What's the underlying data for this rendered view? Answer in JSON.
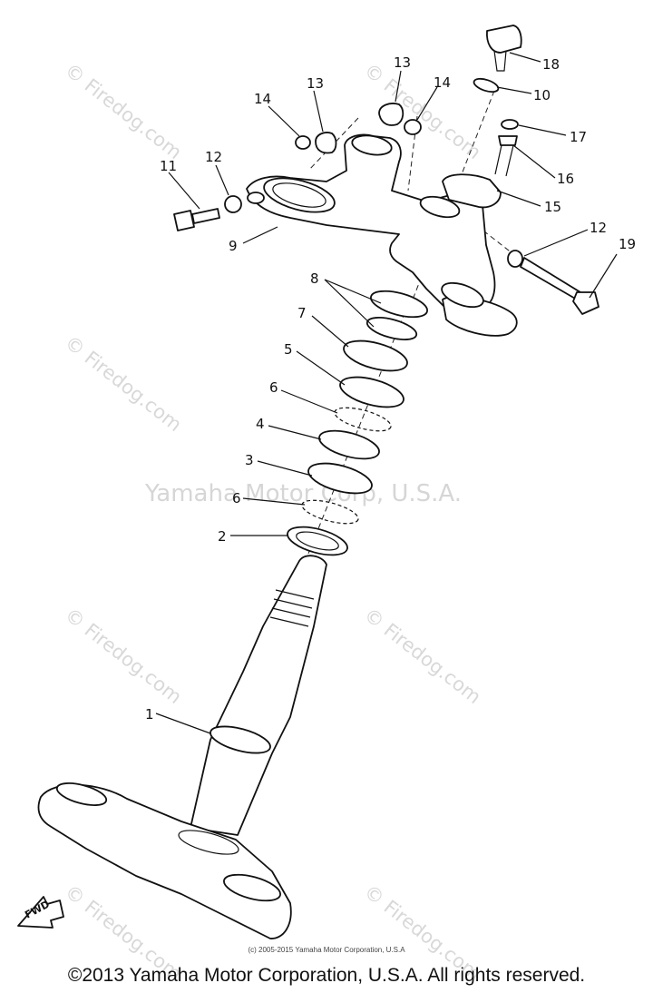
{
  "callouts": [
    "18",
    "10",
    "13",
    "14",
    "14",
    "13",
    "17",
    "16",
    "12",
    "11",
    "15",
    "9",
    "12",
    "19",
    "8",
    "7",
    "5",
    "6",
    "4",
    "3",
    "6",
    "2",
    "1"
  ],
  "watermarks": {
    "firedog": "© Firedog.com",
    "center": "Yamaha Motor Corp, U.S.A."
  },
  "fwd_label": "FWD",
  "small_copyright": "(c) 2005-2015 Yamaha Motor Corporation, U.S.A",
  "footer_copyright": "©2013 Yamaha Motor Corporation, U.S.A. All rights reserved."
}
